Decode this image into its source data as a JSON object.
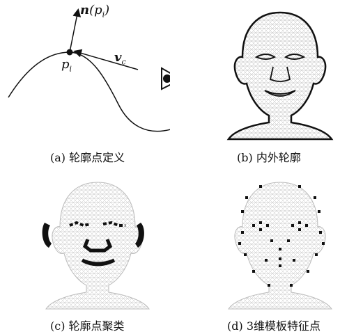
{
  "figure": {
    "panels": [
      {
        "id": "a",
        "caption": "(a) 轮廓点定义"
      },
      {
        "id": "b",
        "caption": "(b) 内外轮廓"
      },
      {
        "id": "c",
        "caption": "(c) 轮廓点聚类"
      },
      {
        "id": "d",
        "caption": "(d) 3维模板特征点"
      }
    ],
    "diagram": {
      "normal_label": "n",
      "normal_arg": "(p",
      "normal_sub": "i",
      "normal_close": ")",
      "point_label": "p",
      "point_sub": "i",
      "view_label": "v",
      "view_sub": "c"
    }
  }
}
